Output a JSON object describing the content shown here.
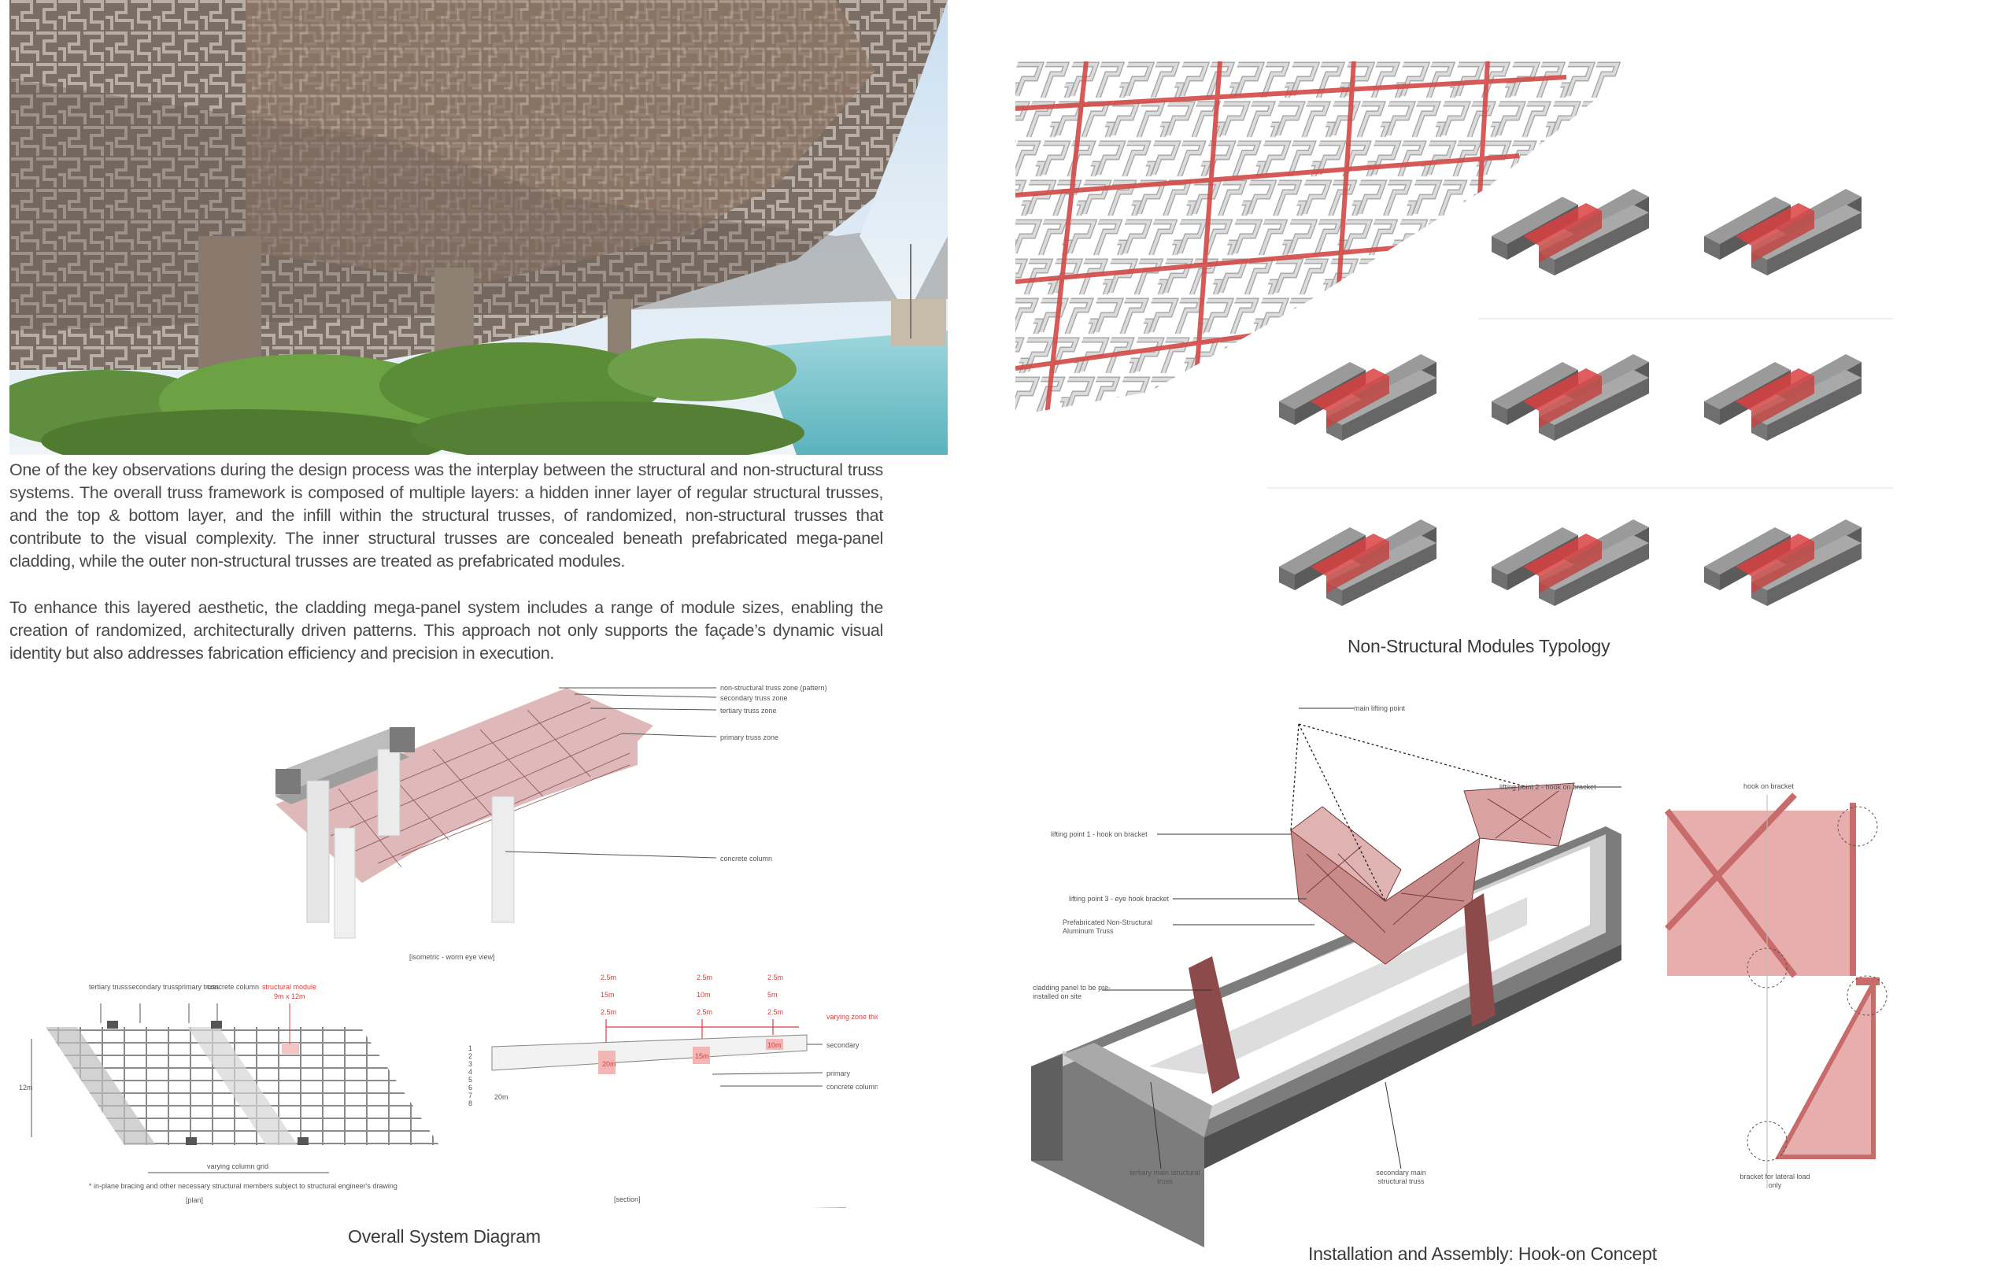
{
  "paragraphs": [
    "One of the key observations during the design process was the interplay between the structural and non-structural truss systems. The overall truss framework is composed of multiple layers: a hidden inner layer of regular structural trusses, and the top & bottom layer, and the infill within the structural trusses, of randomized, non-structural trusses that contribute to the visual complexity. The inner structural trusses are concealed beneath prefabricated mega-panel cladding, while the outer non-structural trusses are treated as prefabricated modules.",
    "To enhance this layered aesthetic, the cladding mega-panel system includes a range of module sizes, enabling the creation of randomized, architecturally driven patterns. This approach not only supports the façade’s dynamic visual identity but also addresses fabrication efficiency and precision in execution."
  ],
  "captions": {
    "typology": "Non-Structural Modules Typology",
    "system": "Overall System Diagram",
    "assembly": "Installation and Assembly: Hook-on Concept"
  },
  "iso_labels": {
    "non_structural": "non-structural truss zone (pattern)",
    "secondary": "secondary truss zone",
    "tertiary": "tertiary truss zone",
    "primary": "primary truss zone",
    "column": "concrete column",
    "view": "[isometric - worm eye view]"
  },
  "plan_labels": {
    "tertiary": "tertiary truss",
    "secondary": "secondary truss",
    "primary": "primary truss",
    "concrete": "concrete column",
    "module": "structural module",
    "module_size": "9m x 12m",
    "grid": "varying column grid",
    "note": "* in-plane bracing and other necessary structural members subject to structural engineer's drawing",
    "plan": "[plan]",
    "section": "[section]",
    "dim": "12m"
  },
  "section_labels": {
    "c1": [
      "2.5m",
      "15m",
      "2.5m"
    ],
    "c2": [
      "2.5m",
      "10m",
      "2.5m"
    ],
    "c3": [
      "2.5m",
      "5m",
      "2.5m"
    ],
    "varying": "varying zone thickness",
    "secondary": "secondary",
    "primary": "primary",
    "concrete": "concrete column",
    "dim": "20m",
    "z1": "20m",
    "z2": "15m",
    "z3": "10m",
    "levels": [
      "1",
      "2",
      "3",
      "4",
      "5",
      "6",
      "7",
      "8"
    ]
  },
  "assembly_labels": {
    "main": "main lifting point",
    "lp2": "lifting point 2 - hook on bracket",
    "lp1": "lifting point 1 - hook on bracket",
    "lp3": "lifting point 3 - eye hook bracket",
    "prefab": "Prefabricated Non-Structural Aluminum Truss",
    "cladding": "cladding panel to be pre-installed on site",
    "tertiary": "tertiary main structural truss",
    "secondary": "secondary main structural truss"
  },
  "detail_labels": {
    "hook": "hook on bracket",
    "bracket": "bracket for lateral load only"
  },
  "colors": {
    "accent_red": "#d9413f",
    "truss_pink": "#c98a8a",
    "concrete_grey": "#8c8c8c"
  }
}
